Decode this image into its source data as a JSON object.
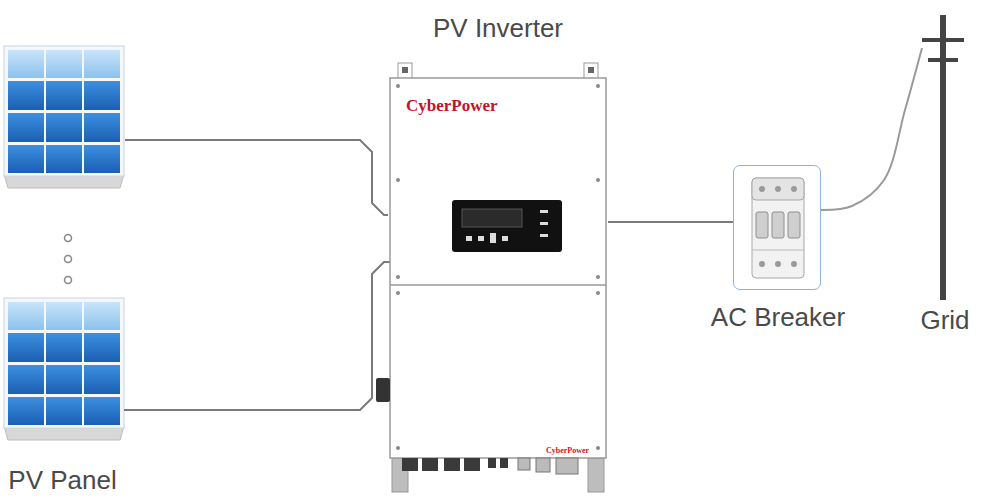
{
  "diagram": {
    "nodes": [
      {
        "text": [
          "PV Panel"
        ]
      },
      {
        "text": [
          "PV Inverter",
          "CyberPower",
          "CyberPower"
        ]
      },
      {
        "text": [
          "AC Breaker"
        ]
      },
      {
        "text": [
          "Grid"
        ]
      }
    ],
    "edges": [
      {
        "from": 0,
        "to": 1,
        "arrow": "none"
      },
      {
        "from": 1,
        "to": 2,
        "arrow": "none"
      },
      {
        "from": 2,
        "to": 3,
        "arrow": "none"
      }
    ]
  }
}
